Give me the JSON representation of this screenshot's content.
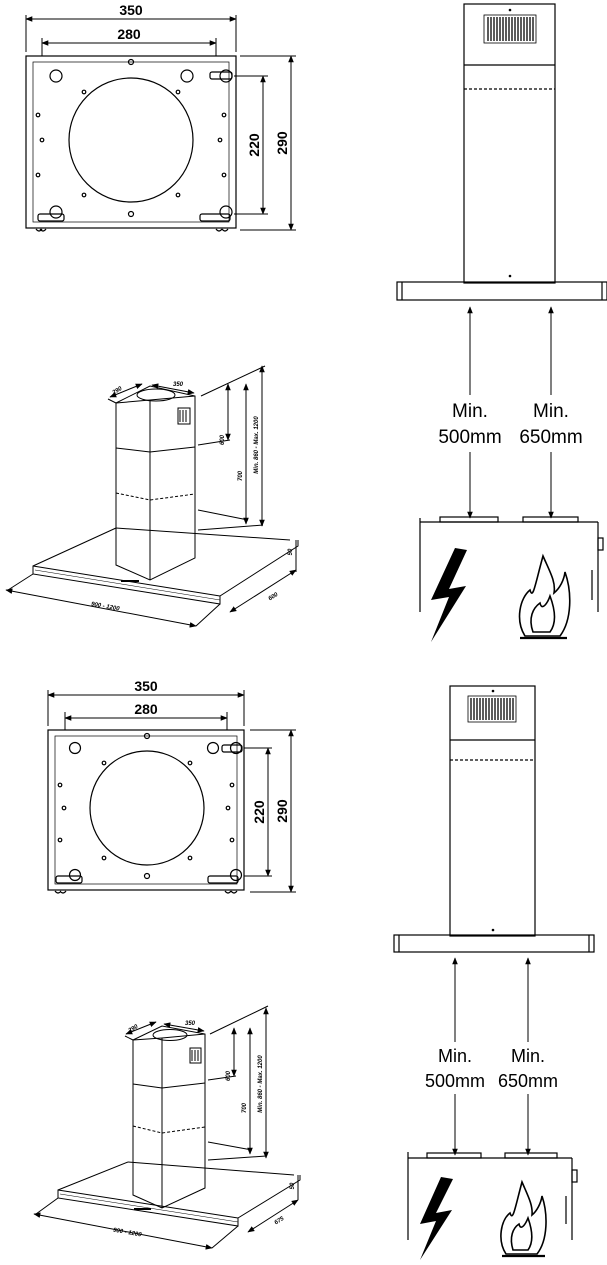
{
  "bracket_top": {
    "outer_width": "350",
    "inner_width": "280",
    "inner_height": "220",
    "outer_height": "290"
  },
  "bracket_bottom": {
    "outer_width": "350",
    "inner_width": "280",
    "inner_height": "220",
    "outer_height": "290"
  },
  "iso_top": {
    "chimney_depth": "290",
    "chimney_width": "350",
    "chimney_upper": "600",
    "chimney_lower": "700",
    "overall_height": "Min. 860 - Max. 1200",
    "canopy_thickness": "50",
    "hood_width": "900 - 1200",
    "hood_depth": "600"
  },
  "iso_bottom": {
    "chimney_depth": "290",
    "chimney_width": "350",
    "chimney_upper": "600",
    "chimney_lower": "700",
    "overall_height": "Min. 860 - Max. 1200",
    "canopy_thickness": "50",
    "hood_width": "900 - 1200",
    "hood_depth": "675"
  },
  "clearance_top": {
    "electric_min_label": "Min.",
    "electric_min_value": "500mm",
    "gas_min_label": "Min.",
    "gas_min_value": "650mm"
  },
  "clearance_bottom": {
    "electric_min_label": "Min.",
    "electric_min_value": "500mm",
    "gas_min_label": "Min.",
    "gas_min_value": "650mm"
  }
}
